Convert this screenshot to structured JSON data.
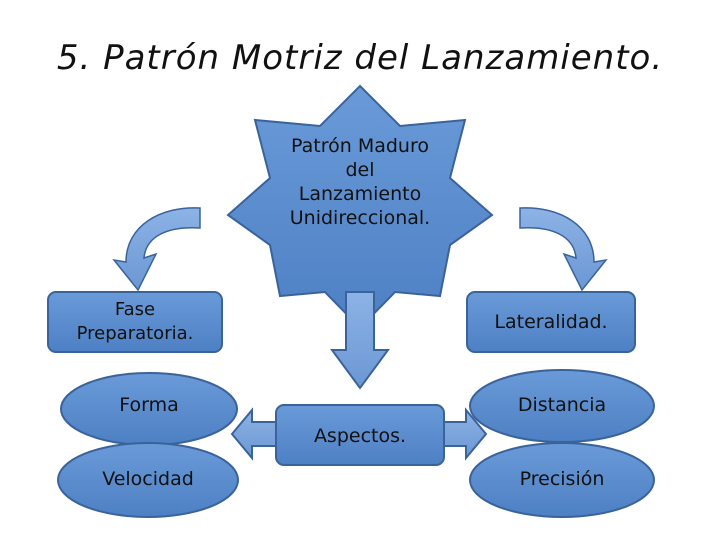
{
  "title": "5. Patrón Motriz del Lanzamiento.",
  "center": {
    "lines": [
      "Patrón Maduro",
      "del",
      "Lanzamiento",
      "Unidireccional."
    ]
  },
  "boxes": {
    "left": "Fase Preparatoria.",
    "left_line1": "Fase",
    "left_line2": "Preparatoria.",
    "right": "Lateralidad.",
    "center": "Aspectos."
  },
  "ellipses": {
    "forma": "Forma",
    "velocidad": "Velocidad",
    "distancia": "Distancia",
    "precision": "Precisión"
  },
  "colors": {
    "shape_fill": "#5b8fd0",
    "shape_stroke": "#3a639a",
    "arrow_fill": "#7aa6de",
    "text": "#111111"
  }
}
